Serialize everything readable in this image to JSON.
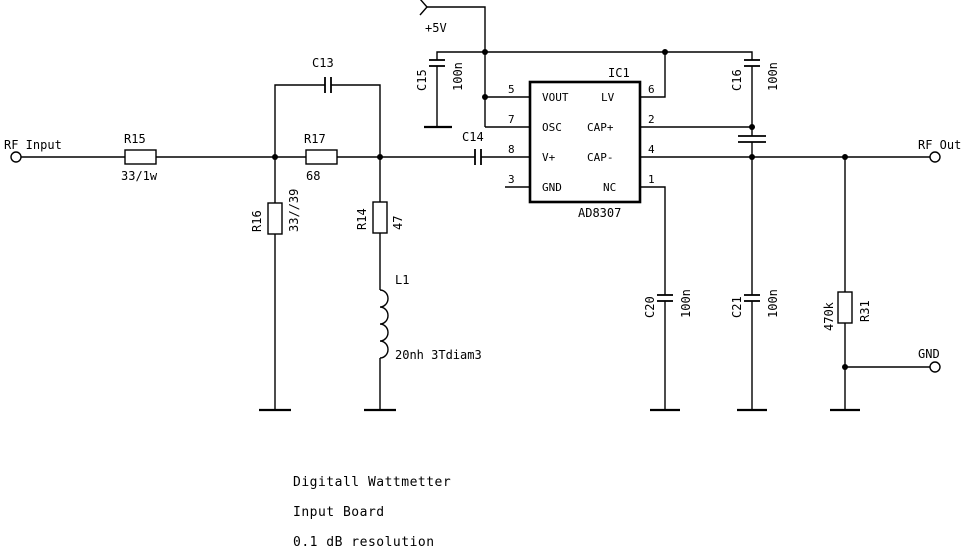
{
  "ports": {
    "rf_input": "RF Input",
    "rf_out": "RF Out",
    "gnd": "GND",
    "supply": "+5V"
  },
  "components": {
    "R15": {
      "ref": "R15",
      "value": "33/1w"
    },
    "R16": {
      "ref": "R16",
      "value": "33//39"
    },
    "R17": {
      "ref": "R17",
      "value": "68"
    },
    "R14": {
      "ref": "R14",
      "value": "47"
    },
    "R31": {
      "ref": "R31",
      "value": "470k"
    },
    "C13": {
      "ref": "C13"
    },
    "C14": {
      "ref": "C14"
    },
    "C15": {
      "ref": "C15",
      "value": "100n"
    },
    "C16": {
      "ref": "C16",
      "value": "100n"
    },
    "C20": {
      "ref": "C20",
      "value": "100n"
    },
    "C21": {
      "ref": "C21",
      "value": "100n"
    },
    "L1": {
      "ref": "L1",
      "value": "20nh 3Tdiam3"
    }
  },
  "ic": {
    "ref": "IC1",
    "part": "AD8307",
    "left_pins": [
      {
        "num": "5",
        "name": "VOUT"
      },
      {
        "num": "7",
        "name": "OSC"
      },
      {
        "num": "8",
        "name": "V+"
      },
      {
        "num": "3",
        "name": "GND"
      }
    ],
    "right_pins": [
      {
        "num": "6",
        "name": "LV"
      },
      {
        "num": "2",
        "name": "CAP+"
      },
      {
        "num": "4",
        "name": "CAP-"
      },
      {
        "num": "1",
        "name": "NC"
      }
    ]
  },
  "notes": [
    "Digitall Wattmetter",
    "Input Board",
    "0.1 dB resolution"
  ]
}
